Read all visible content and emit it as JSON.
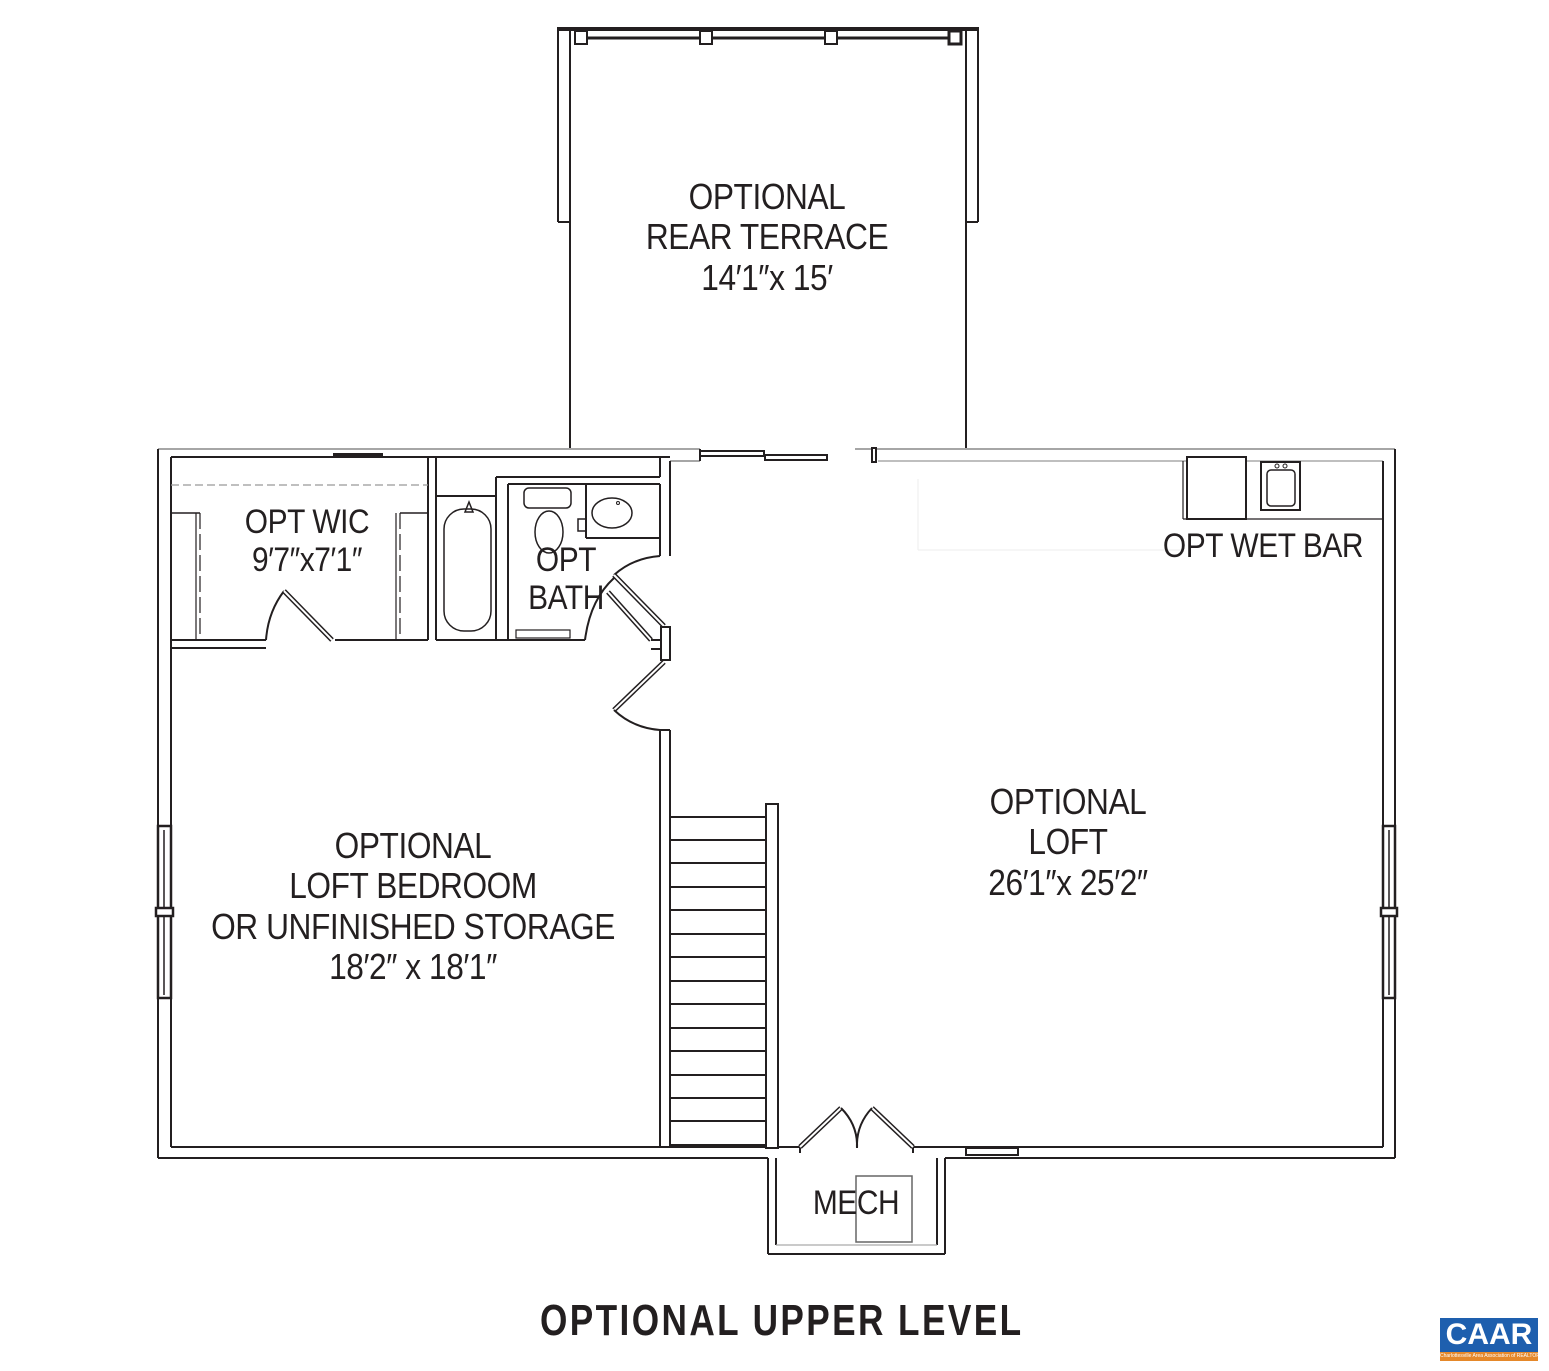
{
  "title": "OPTIONAL UPPER LEVEL",
  "rooms": {
    "rear_terrace": {
      "lines": [
        "OPTIONAL",
        "REAR TERRACE",
        "14′1″x 15′"
      ]
    },
    "wic": {
      "lines": [
        "OPT WIC",
        "9′7″x7′1″"
      ]
    },
    "bath": {
      "lines": [
        "OPT",
        "BATH"
      ]
    },
    "wet_bar": {
      "lines": [
        "OPT WET BAR"
      ]
    },
    "loft": {
      "lines": [
        "OPTIONAL",
        "LOFT",
        "26′1″x 25′2″"
      ]
    },
    "loft_bedroom": {
      "lines": [
        "OPTIONAL",
        "LOFT BEDROOM",
        "OR UNFINISHED STORAGE",
        "18′2″ x 18′1″"
      ]
    },
    "mech": {
      "lines": [
        "MECH"
      ]
    }
  },
  "logo": {
    "text": "CAAR",
    "tagline": "Charlottesville Area Association of REALTORS®",
    "colors": {
      "primary": "#1e5fae",
      "accent": "#e5882a"
    }
  },
  "colors": {
    "line": "#231f20",
    "background": "#ffffff"
  }
}
